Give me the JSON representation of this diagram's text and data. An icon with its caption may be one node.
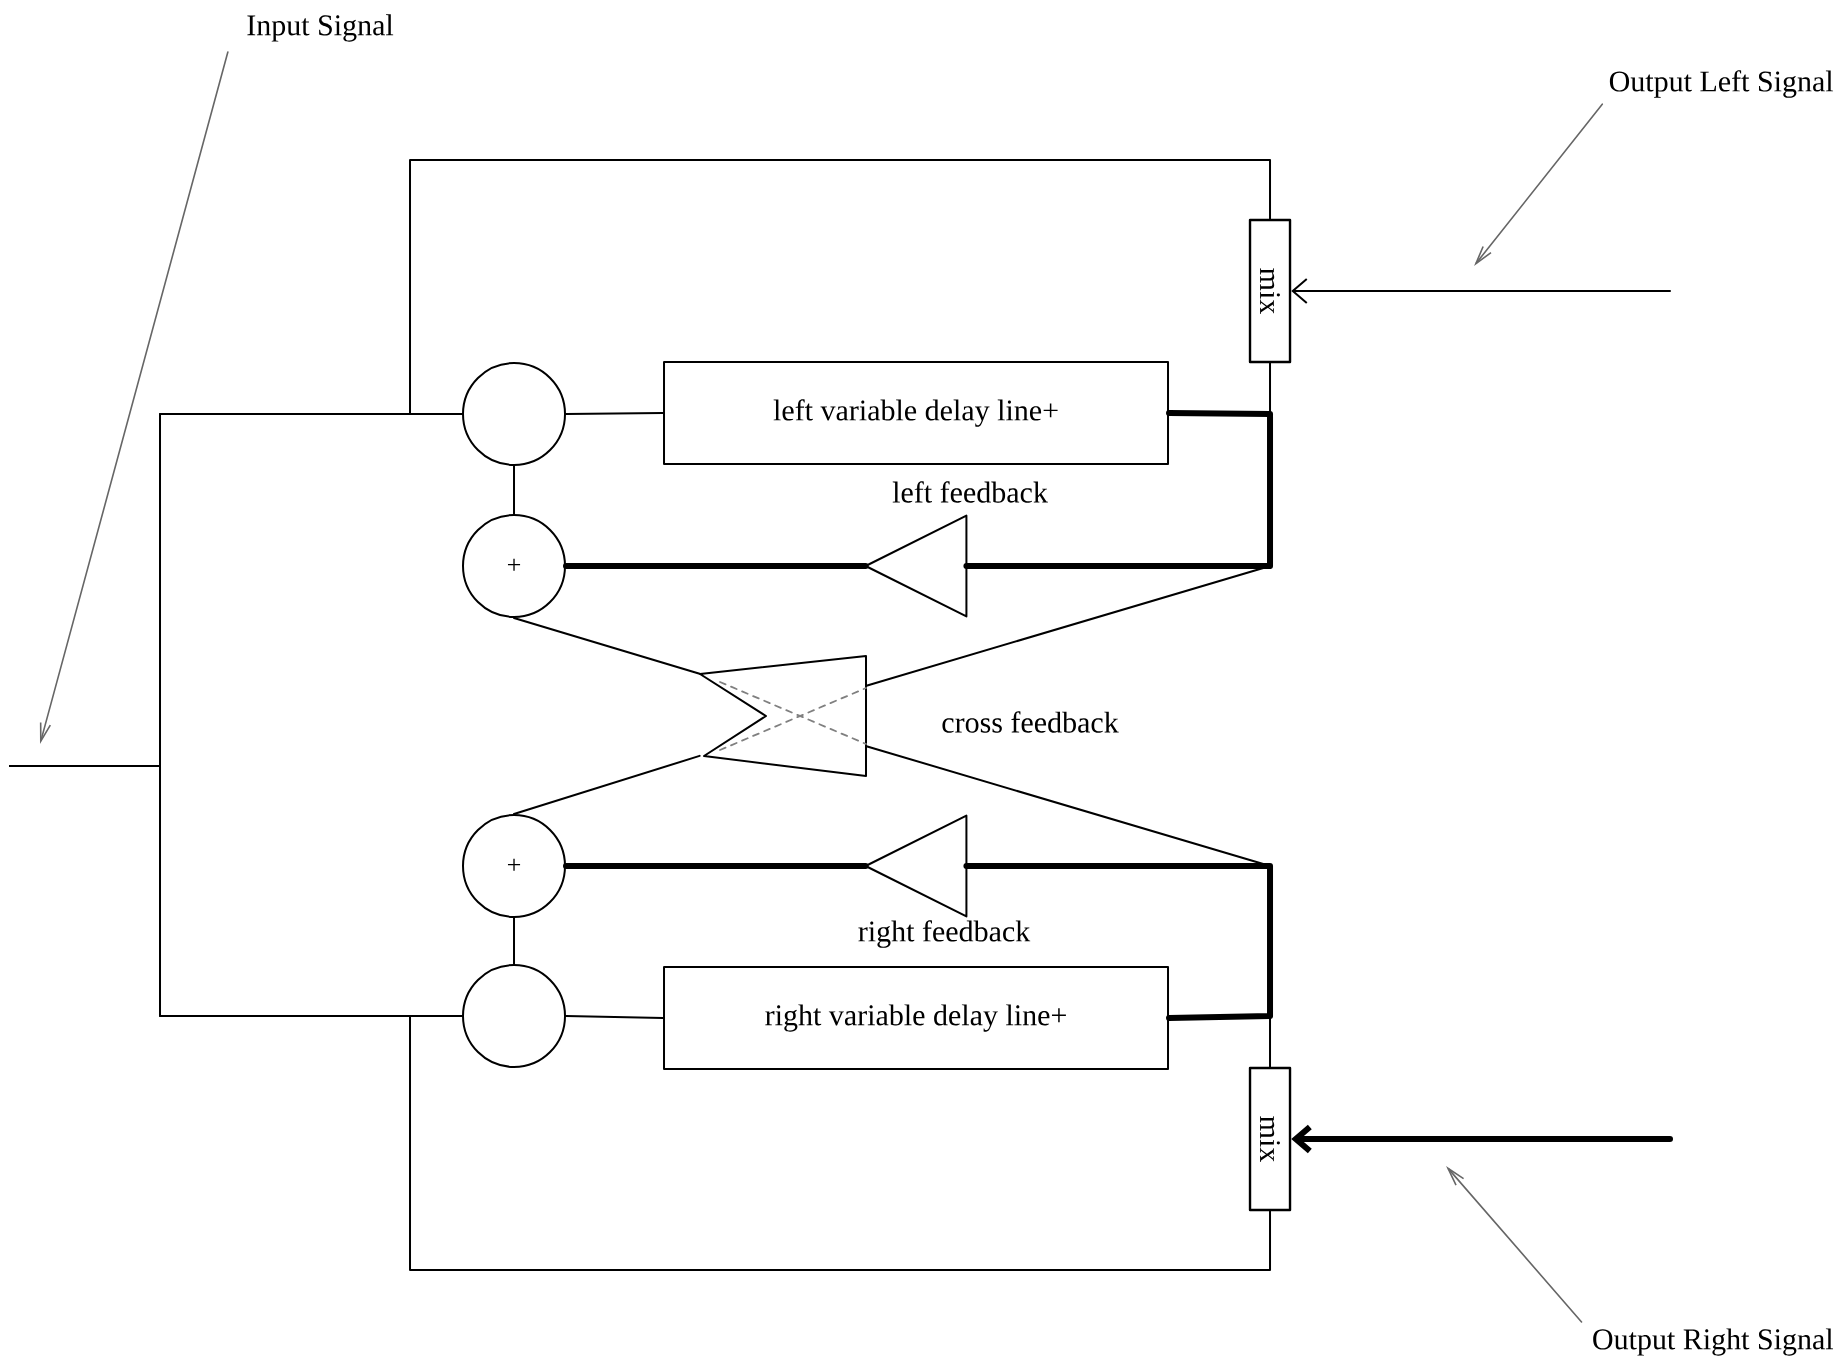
{
  "diagram": {
    "nodes": [
      {
        "text": [
          "Input Signal"
        ]
      },
      {
        "text": [
          "Output Left Signal"
        ]
      },
      {
        "text": [
          "Output Right Signal"
        ]
      },
      {
        "text": [],
        "shape": "circle"
      },
      {
        "text": [
          "left variable delay line+"
        ]
      },
      {
        "text": [
          "mix"
        ]
      },
      {
        "text": [
          "+"
        ]
      },
      {
        "text": [],
        "shape": "triangle",
        "beside": [
          "left feedback"
        ]
      },
      {
        "text": [],
        "shape": "triangle",
        "beside": [
          "cross feedback"
        ]
      },
      {
        "text": [],
        "shape": "triangle",
        "beside": [
          "right feedback"
        ]
      },
      {
        "text": [
          "+"
        ]
      },
      {
        "text": [],
        "shape": "circle"
      },
      {
        "text": [
          "right variable delay line+"
        ]
      },
      {
        "text": [
          "mix"
        ]
      }
    ],
    "edges": [
      {
        "from": null,
        "to": 3,
        "arrow": "none"
      },
      {
        "from": null,
        "to": 11,
        "arrow": "none"
      },
      {
        "from": null,
        "to": 5,
        "arrow": "none"
      },
      {
        "from": null,
        "to": 13,
        "arrow": "none"
      },
      {
        "from": 3,
        "to": 4,
        "arrow": "none"
      },
      {
        "from": 4,
        "to": 5,
        "arrow": "none"
      },
      {
        "from": 3,
        "to": 6,
        "arrow": "none"
      },
      {
        "from": 7,
        "to": 6,
        "arrow": "none",
        "style": "thick"
      },
      {
        "from": 4,
        "to": 7,
        "arrow": "none",
        "style": "thick"
      },
      {
        "from": 4,
        "to": 8,
        "arrow": "none"
      },
      {
        "from": 8,
        "to": 6,
        "arrow": "none"
      },
      {
        "from": 8,
        "to": 10,
        "arrow": "none"
      },
      {
        "from": 12,
        "to": 9,
        "arrow": "none",
        "style": "thick"
      },
      {
        "from": 12,
        "to": 8,
        "arrow": "none"
      },
      {
        "from": 9,
        "to": 10,
        "arrow": "none",
        "style": "thick"
      },
      {
        "from": 11,
        "to": 10,
        "arrow": "none"
      },
      {
        "from": 11,
        "to": 12,
        "arrow": "none"
      },
      {
        "from": 12,
        "to": 13,
        "arrow": "none"
      },
      {
        "from": null,
        "to": 5,
        "arrow": "to"
      },
      {
        "from": null,
        "to": 13,
        "arrow": "to",
        "style": "thick"
      },
      {
        "from": 0,
        "to": null,
        "arrow": "to",
        "color": "#666666"
      },
      {
        "from": 1,
        "to": null,
        "arrow": "to",
        "color": "#666666"
      },
      {
        "from": 2,
        "to": null,
        "arrow": "to",
        "color": "#666666"
      }
    ]
  }
}
